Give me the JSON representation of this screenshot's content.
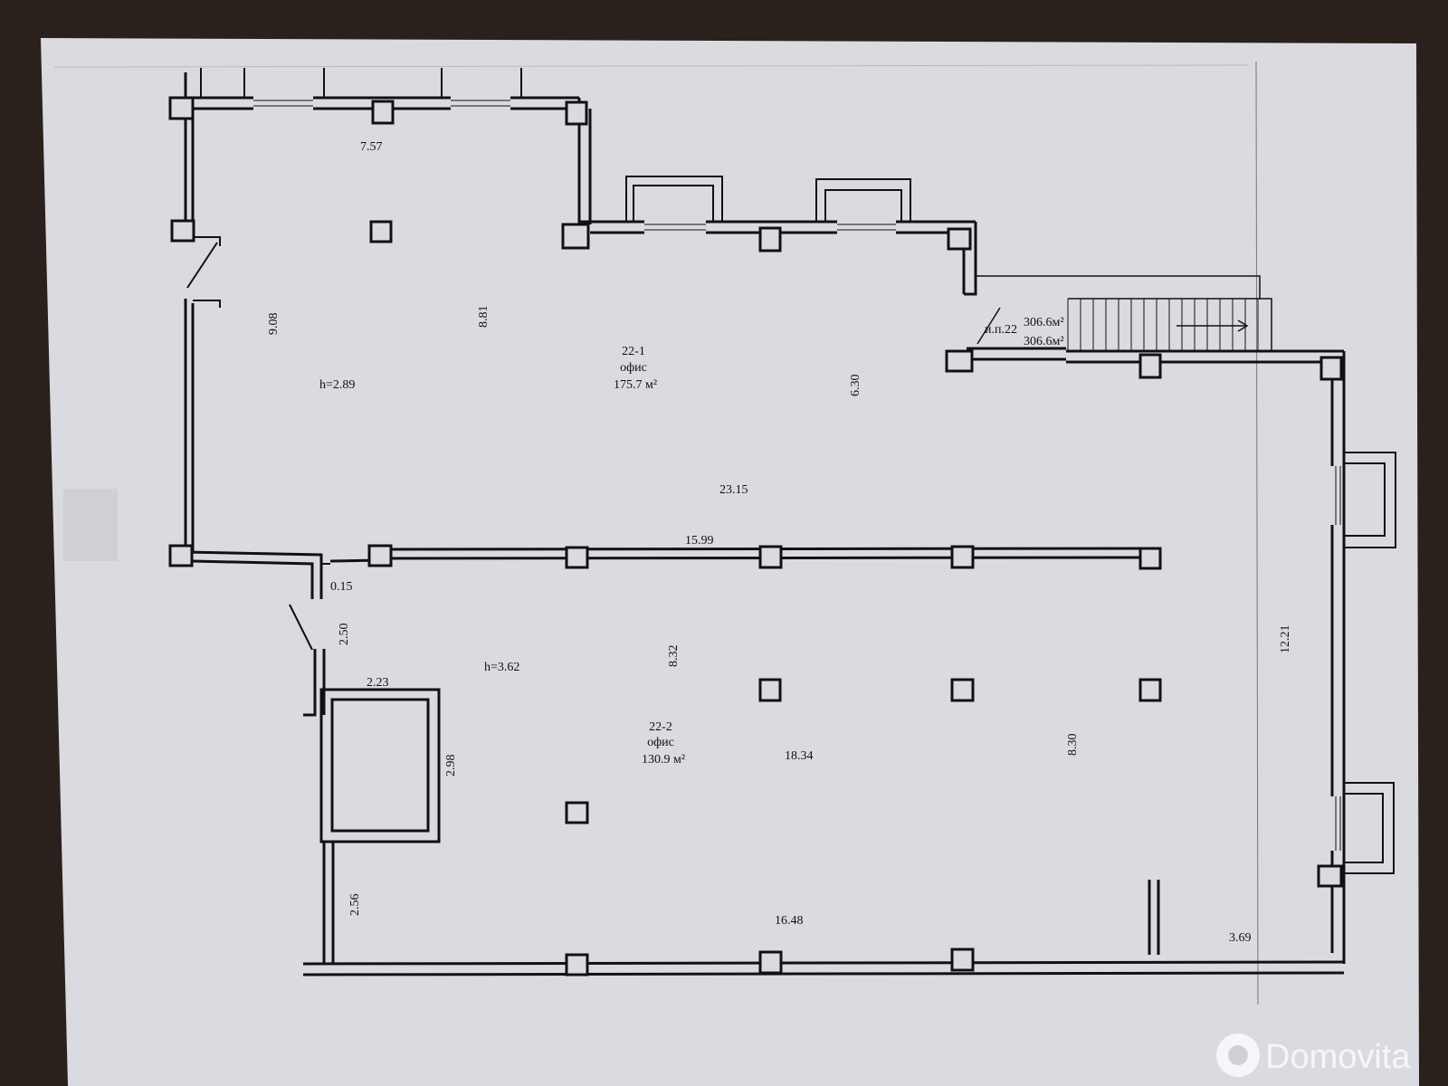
{
  "colors": {
    "background": "#2a211c",
    "paper": "#d9d9e0",
    "wall": "#111111",
    "watermark": "#ffffff"
  },
  "rooms": {
    "r1": {
      "number": "22-1",
      "type": "офис",
      "area": "175.7 м²",
      "height": "h=2.89"
    },
    "r2": {
      "number": "22-2",
      "type": "офис",
      "area": "130.9 м²",
      "height": "h=3.62"
    }
  },
  "stair": {
    "label": "и.п.22",
    "area_top": "306.6м²",
    "area_bottom": "306.6м²"
  },
  "dimensions": {
    "d_757": "7.57",
    "d_908": "9.08",
    "d_881": "8.81",
    "d_630": "6.30",
    "d_2315": "23.15",
    "d_1599": "15.99",
    "d_015": "0.15",
    "d_250": "2.50",
    "d_223": "2.23",
    "d_298": "2.98",
    "d_832": "8.32",
    "d_1834": "18.34",
    "d_830": "8.30",
    "d_1221": "12.21",
    "d_256": "2.56",
    "d_1648": "16.48",
    "d_369": "3.69"
  },
  "watermark": {
    "text": "Domovita",
    "icon": "domovita-logo-icon"
  }
}
